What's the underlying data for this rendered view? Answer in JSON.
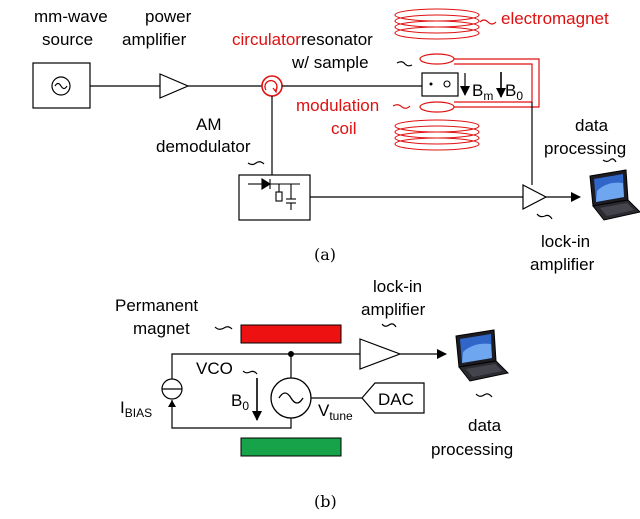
{
  "panel_a": {
    "source_label_1": "mm-wave",
    "source_label_2": "source",
    "pa_label_1": "power",
    "pa_label_2": "amplifier",
    "circulator_label": "circulator",
    "resonator_label_1": "resonator",
    "resonator_label_2": "w/ sample",
    "electromagnet_label": "electromagnet",
    "modulation_label_1": "modulation",
    "modulation_label_2": "coil",
    "am_label_1": "AM",
    "am_label_2": "demodulator",
    "data_label_1": "data",
    "data_label_2": "processing",
    "lockin_label_1": "lock-in",
    "lockin_label_2": "amplifier",
    "bm_main": "B",
    "bm_sub": "m",
    "b0_main": "B",
    "b0_sub": "0",
    "caption": "(a)"
  },
  "panel_b": {
    "magnet_label_1": "Permanent",
    "magnet_label_2": "magnet",
    "lockin_label_1": "lock-in",
    "lockin_label_2": "amplifier",
    "vco_label": "VCO",
    "b0_main": "B",
    "b0_sub": "0",
    "ibias_main": "I",
    "ibias_sub": "BIAS",
    "vtune_main": "V",
    "vtune_sub": "tune",
    "dac_label": "DAC",
    "data_label_1": "data",
    "data_label_2": "processing",
    "caption": "(b)"
  },
  "colors": {
    "accent_red": "#e01010",
    "magnet_top": "#ee1111",
    "magnet_bottom": "#17a34a"
  }
}
